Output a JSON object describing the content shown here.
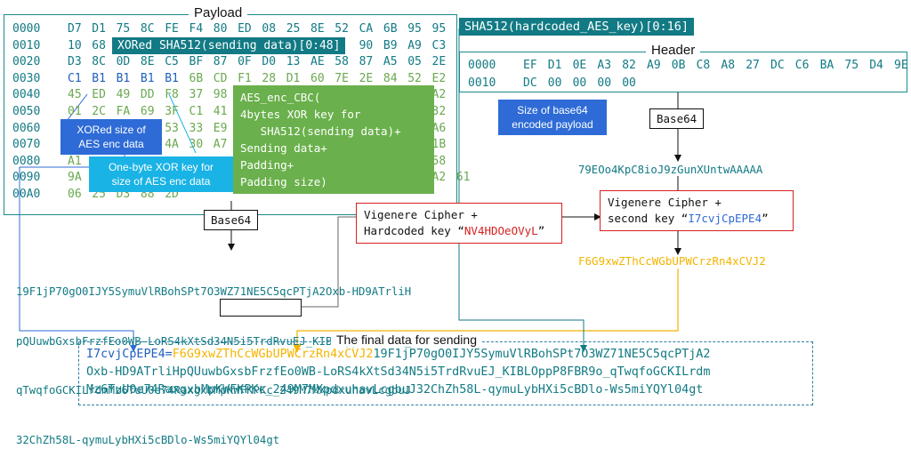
{
  "payload": {
    "title": "Payload",
    "rows": [
      {
        "offset": "0000",
        "bytes": [
          "D7",
          "D1",
          "75",
          "8C",
          "FE",
          "F4",
          "80",
          "ED",
          "08",
          "25",
          "8E",
          "52",
          "CA",
          "6B",
          "95",
          "95"
        ]
      },
      {
        "offset": "0010",
        "bytes": [
          "10",
          "68",
          "",
          "",
          "",
          "",
          "",
          "",
          "",
          "",
          "",
          "",
          "90",
          "B9",
          "A9",
          "C3"
        ]
      },
      {
        "offset": "0020",
        "bytes": [
          "D3",
          "8C",
          "0D",
          "8E",
          "C5",
          "BF",
          "87",
          "0F",
          "D0",
          "13",
          "AE",
          "58",
          "87",
          "A5",
          "05",
          "2E"
        ]
      },
      {
        "offset": "0030",
        "bytes": [
          "C1",
          "B1",
          "B1",
          "B1",
          "B1",
          "6B",
          "CD",
          "F1",
          "28",
          "D1",
          "60",
          "7E",
          "2E",
          "84",
          "52",
          "E2"
        ]
      },
      {
        "offset": "0040",
        "bytes": [
          "45",
          "ED",
          "49",
          "DD",
          "F8",
          "37",
          "98",
          "",
          "",
          "",
          "",
          "",
          "",
          "",
          "",
          "A2"
        ]
      },
      {
        "offset": "0050",
        "bytes": [
          "01",
          "2C",
          "FA",
          "69",
          "3F",
          "C1",
          "41",
          "",
          "",
          "",
          "",
          "",
          "",
          "",
          "",
          "32"
        ]
      },
      {
        "offset": "0060",
        "bytes": [
          "",
          "",
          "",
          "",
          "53",
          "33",
          "E9",
          "",
          "",
          "",
          "",
          "",
          "",
          "",
          "",
          "A6"
        ]
      },
      {
        "offset": "0070",
        "bytes": [
          "B3",
          "29",
          "23",
          "61",
          "4A",
          "30",
          "A7",
          "",
          "",
          "",
          "",
          "",
          "",
          "",
          "",
          "1B"
        ]
      },
      {
        "offset": "0080",
        "bytes": [
          "A1",
          "",
          "",
          "",
          "",
          "",
          "",
          "",
          "",
          "",
          "",
          "",
          "",
          "",
          "",
          "58"
        ]
      },
      {
        "offset": "0090",
        "bytes": [
          "9A",
          "",
          "",
          "",
          "",
          "",
          "",
          "",
          "C0",
          "43",
          "96",
          "8F",
          "96",
          "B3",
          "99",
          "A2",
          "61"
        ]
      },
      {
        "offset": "00A0",
        "bytes": [
          "06",
          "25",
          "D3",
          "88",
          "2D"
        ]
      }
    ],
    "xored_sha_label": "XORed SHA512(sending data)[0:48]",
    "aes_box": "AES_enc_CBC(\n4bytes XOR key for\n   SHA512(sending data)+\nSending data+\nPadding+\nPadding size)",
    "xored_size_label": "XORed size of\nAES enc data",
    "xor_key_label": "One-byte XOR key for\nsize of AES enc data"
  },
  "sha_key_label": "SHA512(hardcoded_AES_key)[0:16]",
  "header": {
    "title": "Header",
    "rows": [
      {
        "offset": "0000",
        "bytes": [
          "EF",
          "D1",
          "0E",
          "A3",
          "82",
          "A9",
          "0B",
          "C8",
          "A8",
          "27",
          "DC",
          "C6",
          "BA",
          "75",
          "D4",
          "9E"
        ]
      },
      {
        "offset": "0010",
        "bytes": [
          "DC",
          "00",
          "00",
          "00",
          "00"
        ]
      }
    ],
    "size_label": "Size of base64\nencoded payload"
  },
  "base64_label": "Base64",
  "header_b64": "79EOo4KpC8ioJ9zGunXUntwAAAAA",
  "vigenere2": {
    "line1": "Vigenere Cipher +",
    "line2_prefix": "second key “",
    "key": "I7cvjCpEPE4",
    "suffix": "”"
  },
  "vigenere1": {
    "line1": "Vigenere Cipher +",
    "line2_prefix": "Hardcoded key “",
    "key": "NV4HDOeOVyL",
    "suffix": "”"
  },
  "header_enc": "F6G9xwZThCcWGbUPWCrzRn4xCVJ2",
  "payload_b64": [
    "19F1jP70gO0IJY5SymuVlRBohSPt7O3WZ71NE5C5qcPTjA2Oxb-HD9ATrliH",
    "pQUuwbGxsbFrzfEo0WB-LoRS4kXtSd34N5i5TrdRvuEJ_KIBLOppP8FBR9o_",
    "qTwqfoGCKILrdmMz6TuU0e74RaxgxbMpKWFKPKc_249M7MXpdxuhavLcgbuJ",
    "32ChZh58L-qymuLybHXi5cBDlo-Ws5miYQYl04gt"
  ],
  "final": {
    "title": "The final data for sending",
    "key": "I7cvjCpEPE4=",
    "enc_header": "F6G9xwZThCcWGbUPWCrzRn4xCVJ2",
    "line1_rest": "19F1jP70gO0IJY5SymuVlRBohSPt7O3WZ71NE5C5qcPTjA2",
    "line2": "Oxb-HD9ATrliHpQUuwbGxsbFrzfEo0WB-LoRS4kXtSd34N5i5TrdRvuEJ_KIBLOppP8FBR9o_qTwqfoGCKILrdm",
    "line3": "Mz6TuU0e74RaxgxbMpKWFKPKc_249M7MXpdxuhavLcgbuJ32ChZh58L-qymuLybHXi5cBDlo-Ws5miYQYl04gt"
  }
}
